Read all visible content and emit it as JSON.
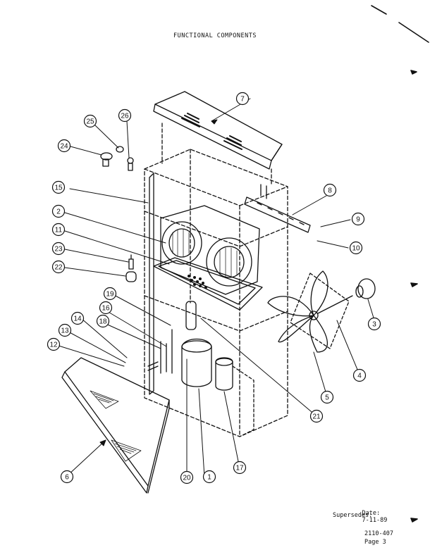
{
  "title": "FUNCTIONAL COMPONENTS",
  "footer": {
    "date_label": "Date:",
    "date_value": "7-11-89",
    "supersedes_label": "Supersedes:",
    "doc_number": "2110-407",
    "page": "Page 3"
  },
  "callouts": [
    "1",
    "2",
    "3",
    "4",
    "5",
    "6",
    "7",
    "8",
    "9",
    "10",
    "11",
    "12",
    "13",
    "14",
    "15",
    "16",
    "17",
    "18",
    "19",
    "20",
    "21",
    "22",
    "23",
    "24",
    "25",
    "26"
  ]
}
